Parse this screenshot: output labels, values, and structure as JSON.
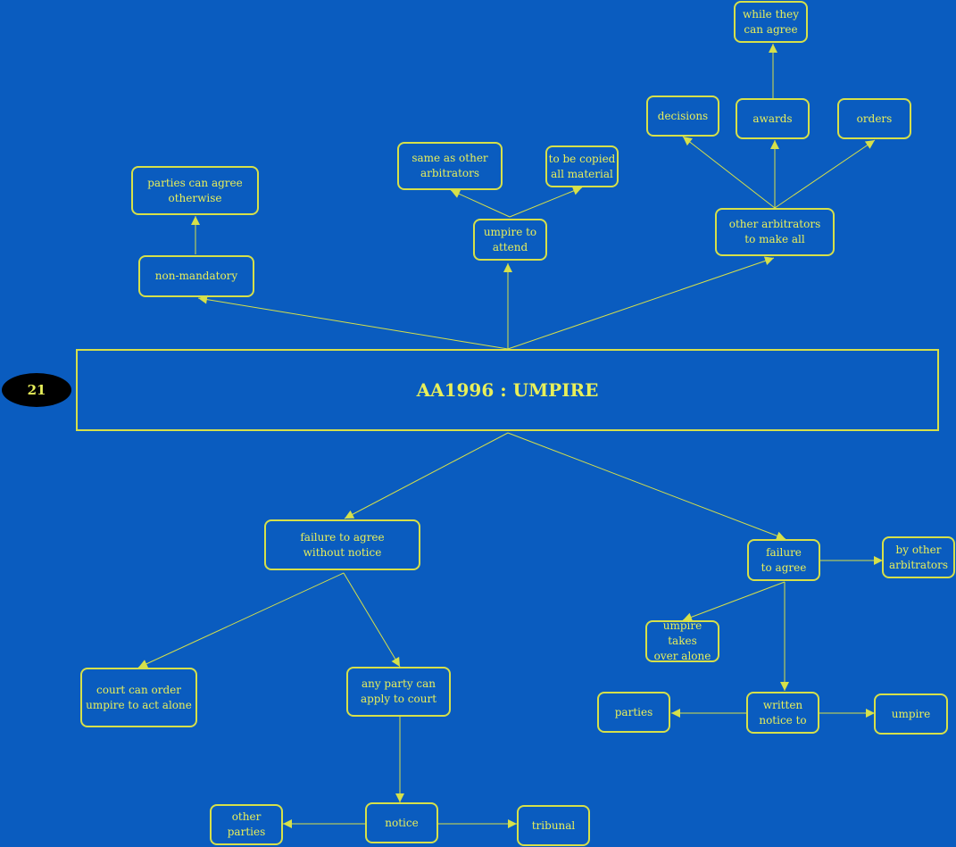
{
  "colors": {
    "background": "#0a5cbf",
    "line": "#d6e04a",
    "text": "#e8ef5a",
    "badge": "#000000"
  },
  "badge": "21",
  "title": "AA1996 : UMPIRE",
  "nodes": {
    "non_mandatory": "non-mandatory",
    "parties_can_agree_otherwise": "parties can agree\notherwise",
    "umpire_to_attend": "umpire to\nattend",
    "same_as_other_arbitrators": "same as other\narbitrators",
    "to_be_copied_all_material": "to be copied\nall material",
    "other_arbitrators_to_make_all": "other arbitrators\nto make all",
    "decisions": "decisions",
    "awards": "awards",
    "orders": "orders",
    "while_they_can_agree": "while they\ncan agree",
    "failure_to_agree_without_notice": "failure to agree\nwithout notice",
    "court_can_order": "court can order\numpire to act alone",
    "any_party_can_apply": "any party can\napply to court",
    "notice": "notice",
    "other_parties": "other parties",
    "tribunal": "tribunal",
    "failure_to_agree": "failure\nto agree",
    "by_other_arbitrators": "by other\narbitrators",
    "umpire_takes_over_alone": "umpire takes\nover alone",
    "written_notice_to": "written\nnotice to",
    "parties": "parties",
    "umpire": "umpire"
  }
}
